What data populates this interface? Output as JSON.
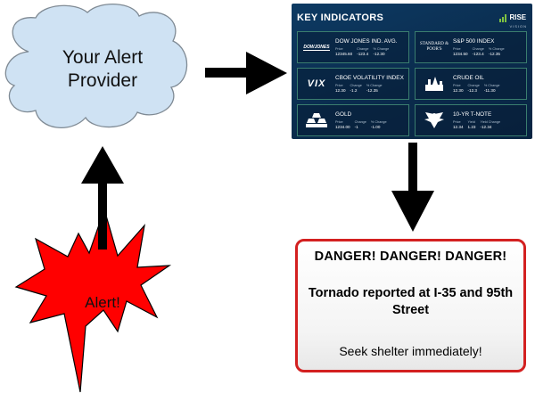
{
  "provider": {
    "label": "Your Alert Provider"
  },
  "trigger": {
    "label": "Alert!"
  },
  "dashboard": {
    "title": "KEY INDICATORS",
    "brand": {
      "name": "RISE",
      "sub": "VISION"
    },
    "cards": [
      {
        "logo": "DOWJONES",
        "name": "DOW JONES IND. AVG.",
        "fields": [
          {
            "label": "Price",
            "value": "12345.60"
          },
          {
            "label": "Change",
            "value": "-123.4"
          },
          {
            "label": "% Change",
            "value": "-12.30"
          }
        ]
      },
      {
        "logo": "STANDARD & POOR'S",
        "name": "S&P 500 INDEX",
        "fields": [
          {
            "label": "Price",
            "value": "1234.50"
          },
          {
            "label": "Change",
            "value": "-123.4"
          },
          {
            "label": "% Change",
            "value": "-12.35"
          }
        ]
      },
      {
        "logo": "VIX",
        "name": "CBOE VOLATILITY INDEX",
        "fields": [
          {
            "label": "Price",
            "value": "12.30"
          },
          {
            "label": "Change",
            "value": "-1.2"
          },
          {
            "label": "% Change",
            "value": "-12.35"
          }
        ]
      },
      {
        "logo": "oil-derrick-icon",
        "name": "CRUDE OIL",
        "fields": [
          {
            "label": "Price",
            "value": "12.30"
          },
          {
            "label": "Change",
            "value": "-12.3"
          },
          {
            "label": "% Change",
            "value": "-11.30"
          }
        ]
      },
      {
        "logo": "gold-bars-icon",
        "name": "GOLD",
        "fields": [
          {
            "label": "Price",
            "value": "1234.00"
          },
          {
            "label": "Change",
            "value": "-1"
          },
          {
            "label": "% Change",
            "value": "-1.00"
          }
        ]
      },
      {
        "logo": "treasury-eagle-icon",
        "name": "10-YR T-NOTE",
        "fields": [
          {
            "label": "Price",
            "value": "12.34"
          },
          {
            "label": "Yield",
            "value": "1.23"
          },
          {
            "label": "Yield Change",
            "value": "-12.34"
          }
        ]
      }
    ]
  },
  "alert_box": {
    "heading": "DANGER! DANGER! DANGER!",
    "message": "Tornado reported at I-35 and 95th Street",
    "action": "Seek shelter immediately!"
  },
  "colors": {
    "cloud_fill": "#cfe2f3",
    "star_fill": "#ff0000",
    "alert_border": "#d32020",
    "dashboard_bg": "#0a2b4c",
    "card_border": "#3a7d6e",
    "brand_green": "#7ec142"
  }
}
